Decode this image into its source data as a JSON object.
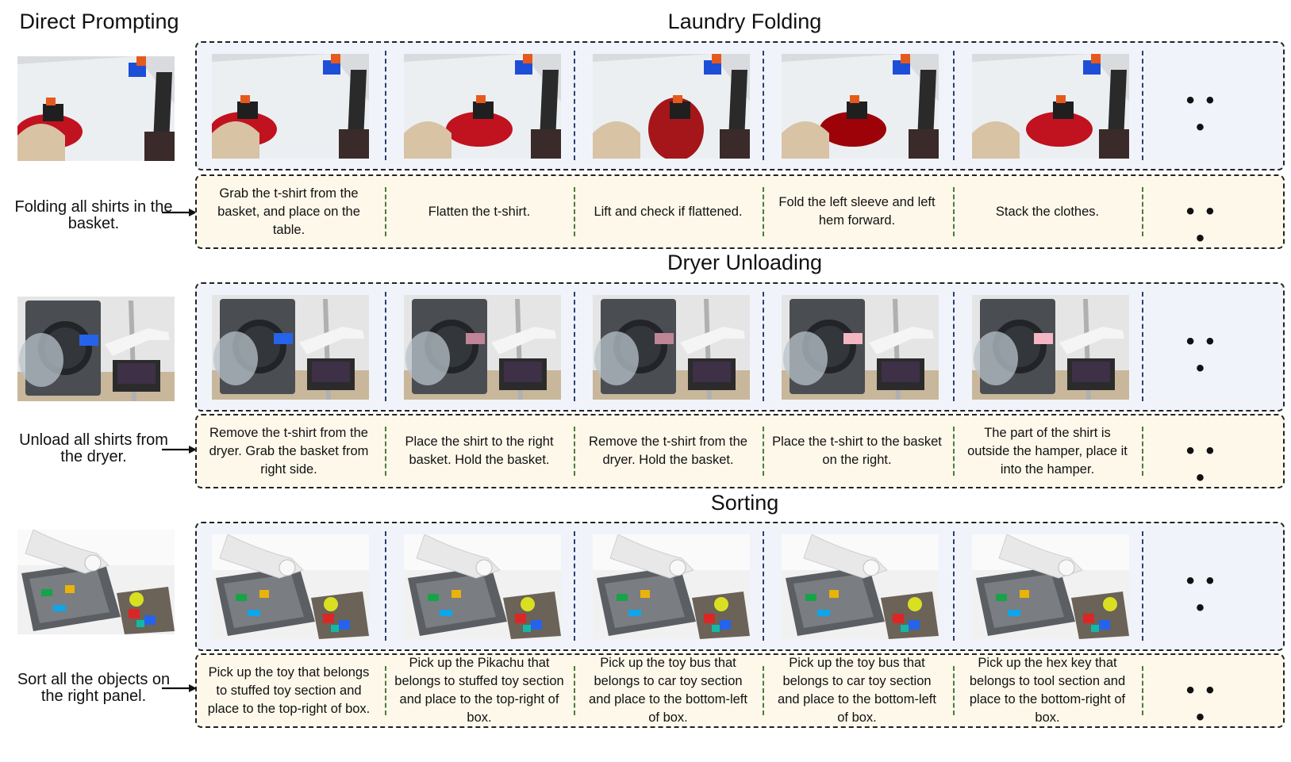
{
  "left_column_title": "Direct Prompting",
  "ellipsis": "• • •",
  "sections": [
    {
      "title": "Laundry Folding",
      "instruction": "Folding all shirts in the basket.",
      "scene": "laundry",
      "steps": [
        "Grab the t-shirt  from the basket, and place on the table.",
        "Flatten the t-shirt.",
        "Lift and check if flattened.",
        "Fold the left sleeve and left hem forward.",
        "Stack the clothes."
      ]
    },
    {
      "title": "Dryer Unloading",
      "instruction": "Unload all shirts from the dryer.",
      "scene": "dryer",
      "steps": [
        "Remove the t-shirt from the dryer. Grab the basket from right side.",
        "Place the shirt to the right basket. Hold the basket.",
        "Remove the t-shirt from the dryer. Hold the basket.",
        "Place the t-shirt to the basket on the right.",
        "The part of the shirt is outside the hamper, place it into the hamper."
      ]
    },
    {
      "title": "Sorting",
      "instruction": "Sort all the objects on the right panel.",
      "scene": "sorting",
      "steps": [
        "Pick up the toy that belongs to stuffed toy section and place to the top-right of box.",
        "Pick up the Pikachu that belongs to stuffed toy section and place to the top-right of box.",
        "Pick up the toy bus that belongs to car toy section and place to the bottom-left of box.",
        "Pick up the toy bus that belongs to car toy section and place to the bottom-left of box.",
        "Pick up the hex key that belongs to tool section and place to the bottom-right of box."
      ]
    }
  ],
  "colors": {
    "image_strip_bg": "#f0f4fa",
    "caption_strip_bg": "#fdf8ea",
    "image_separator": "#2b3f78",
    "caption_separator": "#4f7a3a"
  }
}
